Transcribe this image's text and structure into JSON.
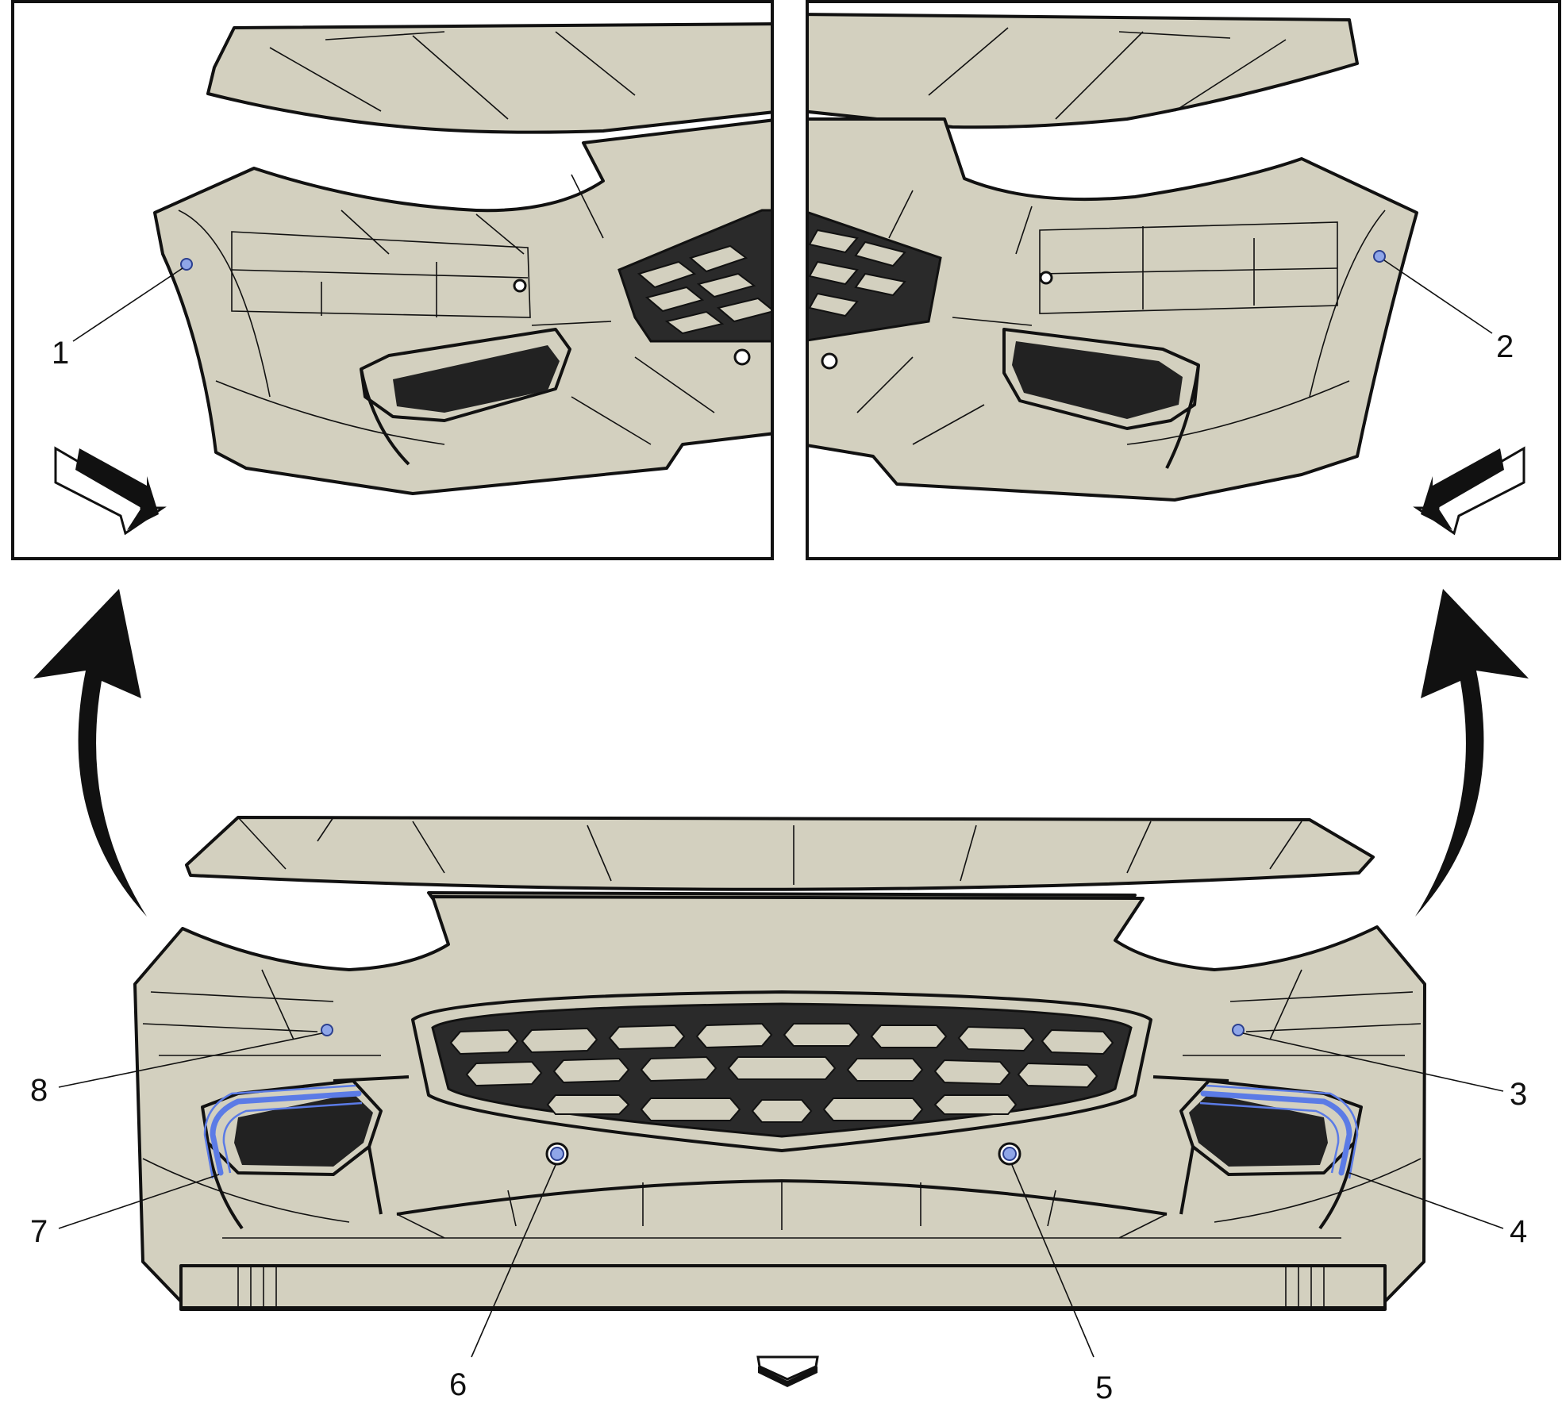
{
  "callouts": [
    "1",
    "2",
    "3",
    "4",
    "5",
    "6",
    "7",
    "8"
  ],
  "colors": {
    "background": "#ffffff",
    "bumper_fill": "#d3d0bf",
    "outline": "#111111",
    "fastener_fill": "#8fa6e8",
    "highlight": "#5b7be6"
  },
  "icons": [
    "view-direction-arrow-icon",
    "view-direction-arrow-icon",
    "rotate-up-arrow-icon",
    "rotate-up-arrow-icon",
    "vehicle-front-indicator-icon"
  ]
}
